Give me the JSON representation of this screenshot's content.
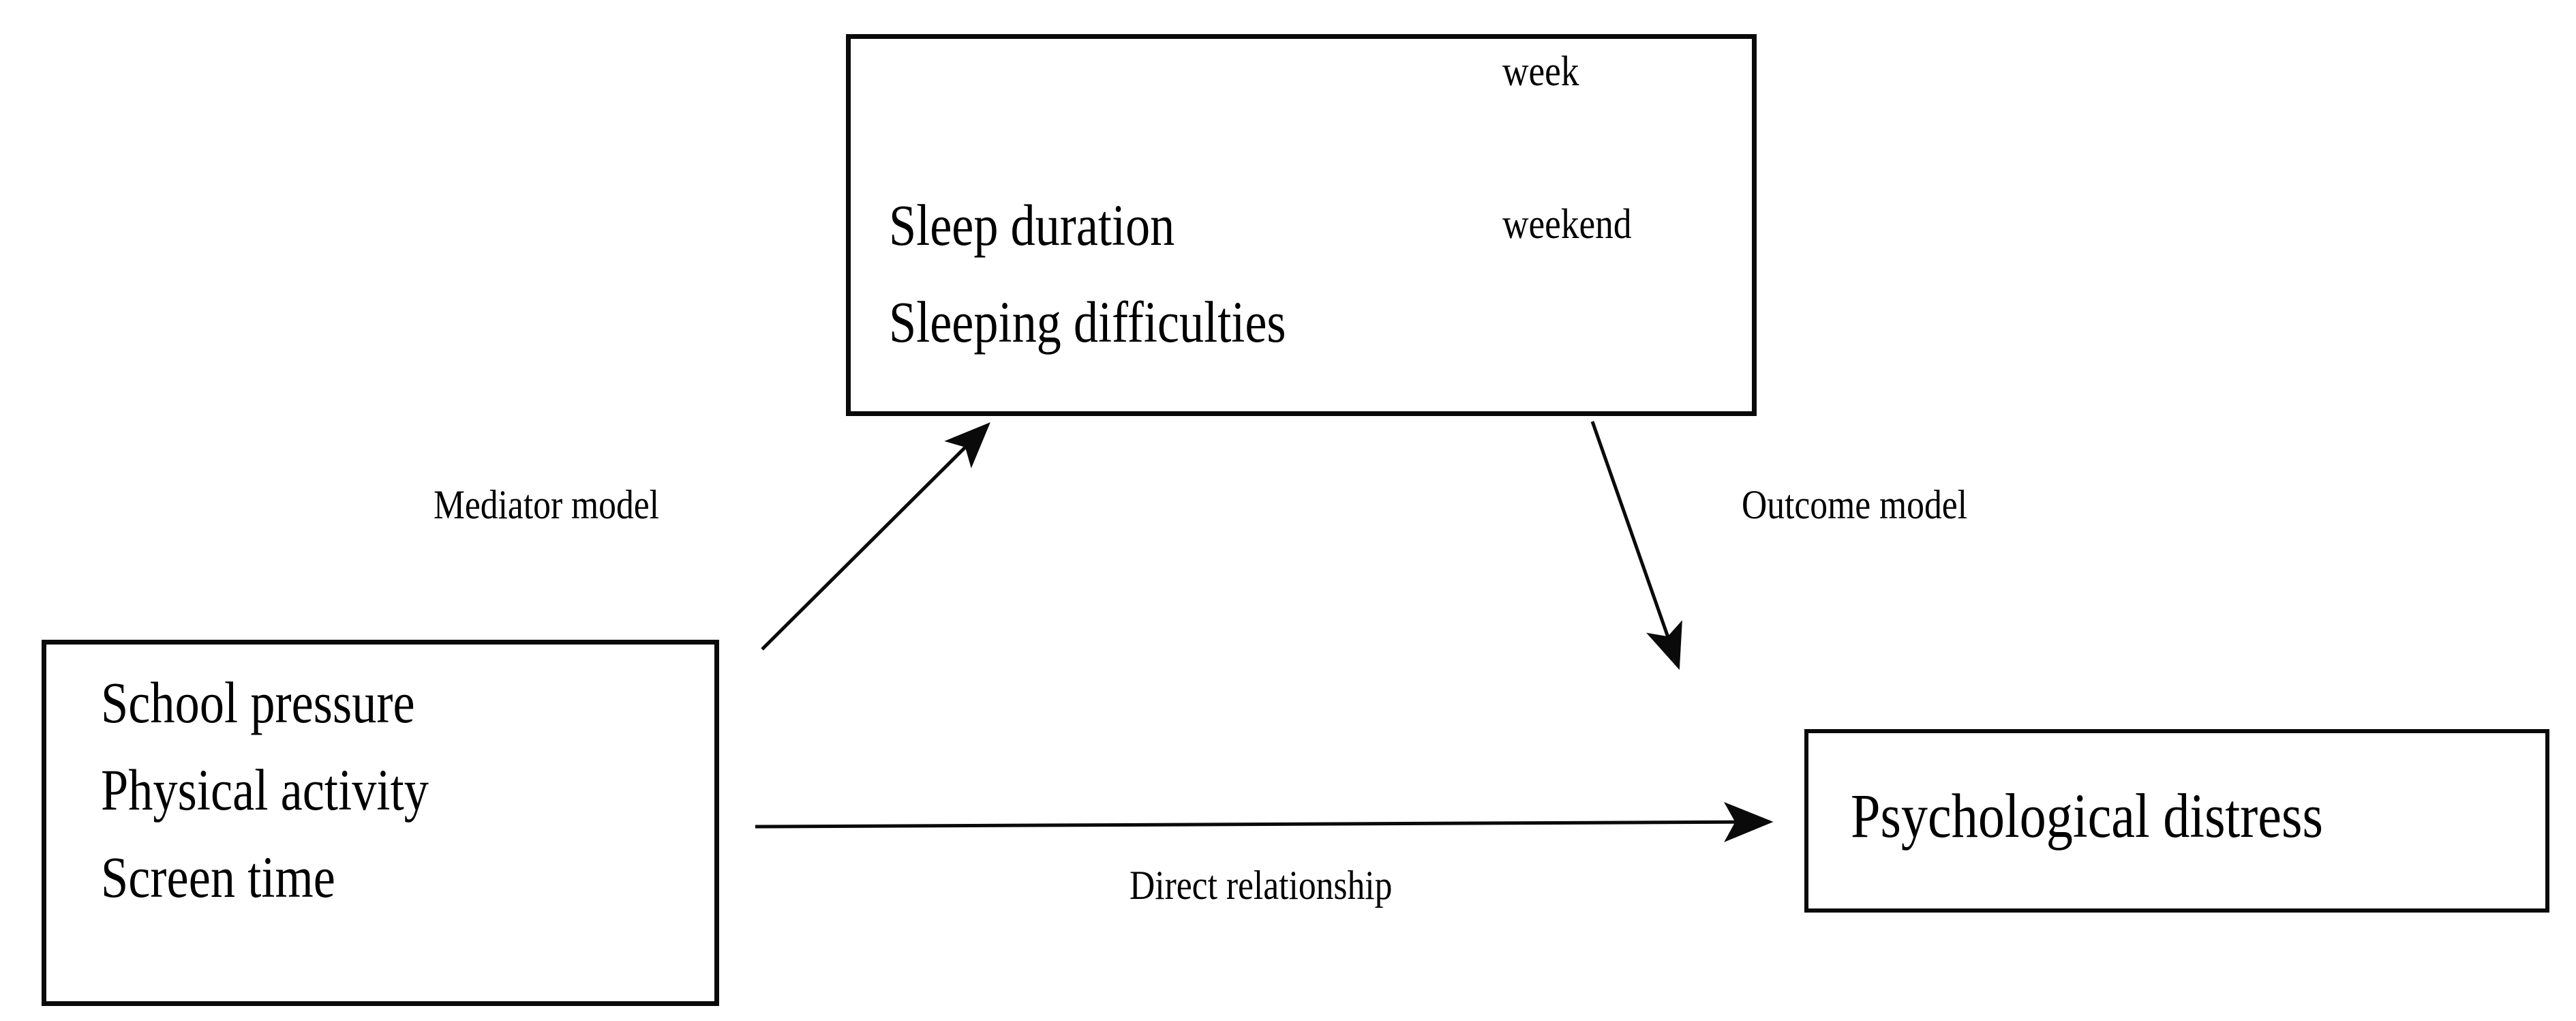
{
  "diagram": {
    "type": "conceptual-mediation-model",
    "background_color": "#ffffff",
    "line_color": "#0a0a0a",
    "nodes": {
      "exposures": {
        "name": "exposures-box",
        "items": [
          "School pressure",
          "Physical activity",
          "Screen time"
        ]
      },
      "mediators": {
        "name": "mediators-box",
        "line1": "Sleep duration",
        "line2": "Sleeping difficulties",
        "branches": [
          "week",
          "weekend"
        ]
      },
      "outcome": {
        "name": "outcome-box",
        "label": "Psychological distress"
      }
    },
    "edges": [
      {
        "name": "mediator-path",
        "label": "Mediator model",
        "from": "exposures",
        "to": "mediators",
        "arrowhead": true
      },
      {
        "name": "outcome-path",
        "label": "Outcome model",
        "from": "mediators",
        "to": "outcome",
        "arrowhead": true
      },
      {
        "name": "direct-path",
        "label": "Direct relationship",
        "from": "exposures",
        "to": "outcome",
        "arrowhead": true
      },
      {
        "name": "branch-week",
        "label": "week",
        "from": "mediators.line1",
        "to": "week",
        "arrowhead": true
      },
      {
        "name": "branch-weekend",
        "label": "weekend",
        "from": "mediators.line1",
        "to": "weekend",
        "arrowhead": true
      }
    ]
  }
}
